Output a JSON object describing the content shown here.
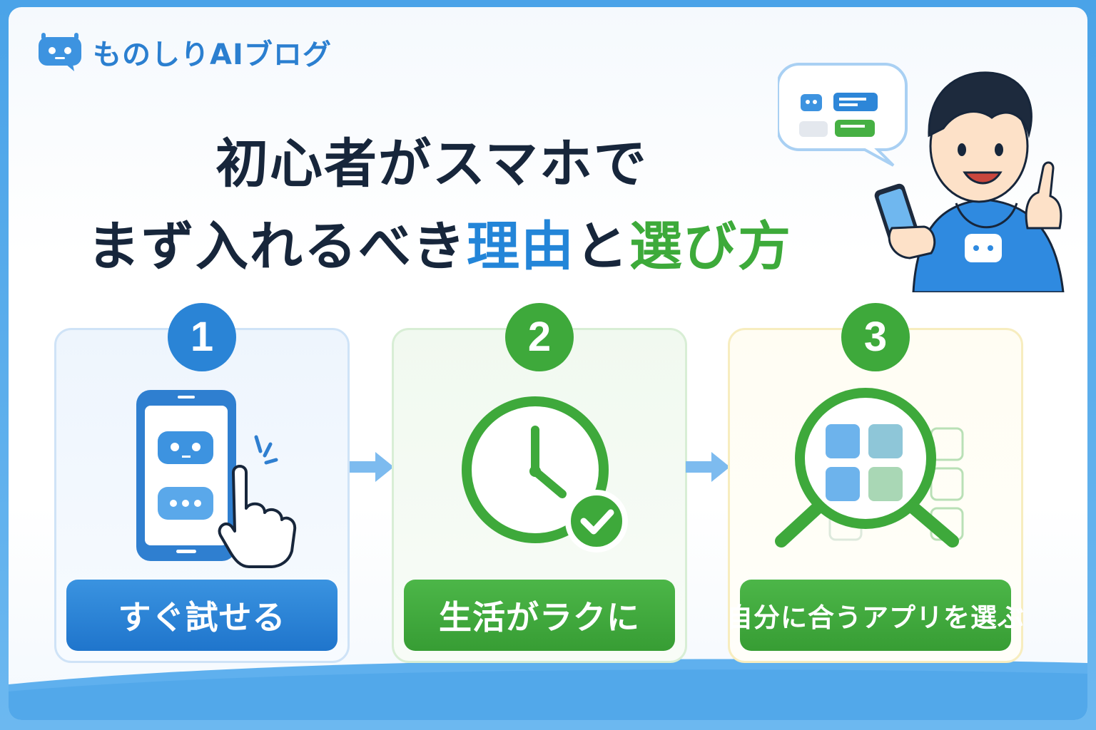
{
  "brand": {
    "name": "ものしりAIブログ",
    "icon": "robot-chat-icon"
  },
  "title": {
    "line1": "初心者がスマホで",
    "line2_prefix": "まず入れるべき",
    "line2_highlight1": "理由",
    "line2_connector": "と",
    "line2_highlight2": "選び方"
  },
  "colors": {
    "blue": "#2385d8",
    "green": "#3daa3a",
    "navy": "#17263b"
  },
  "steps": [
    {
      "number": "1",
      "label": "すぐ試せる",
      "icon": "phone-chat-tap-icon"
    },
    {
      "number": "2",
      "label": "生活がラクに",
      "icon": "clock-check-icon"
    },
    {
      "number": "3",
      "label": "自分に合うアプリを選ぶ",
      "icon": "magnifier-apps-icon"
    }
  ],
  "hero": {
    "icon": "boy-with-phone-illustration",
    "bubble_icon": "chat-bubble-icon"
  }
}
